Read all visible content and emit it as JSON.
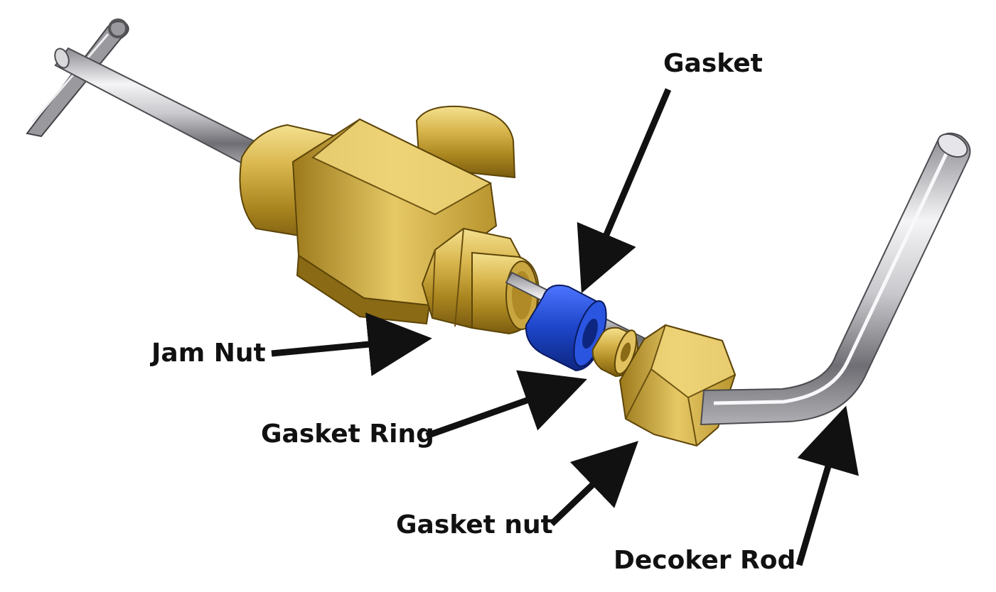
{
  "labels": {
    "gasket": "Gasket",
    "jam_nut": "Jam Nut",
    "gasket_ring": "Gasket Ring",
    "gasket_nut": "Gasket nut",
    "decoker_rod": "Decoker Rod"
  },
  "colors": {
    "brass": "#c9a640",
    "brass_dark": "#8a6a14",
    "brass_light": "#f2dd8a",
    "gasket_blue": "#1d45c8",
    "steel": "#c8c8cc",
    "steel_dark": "#6a6a70",
    "arrow": "#111111",
    "text": "#111111",
    "background": "#ffffff"
  }
}
